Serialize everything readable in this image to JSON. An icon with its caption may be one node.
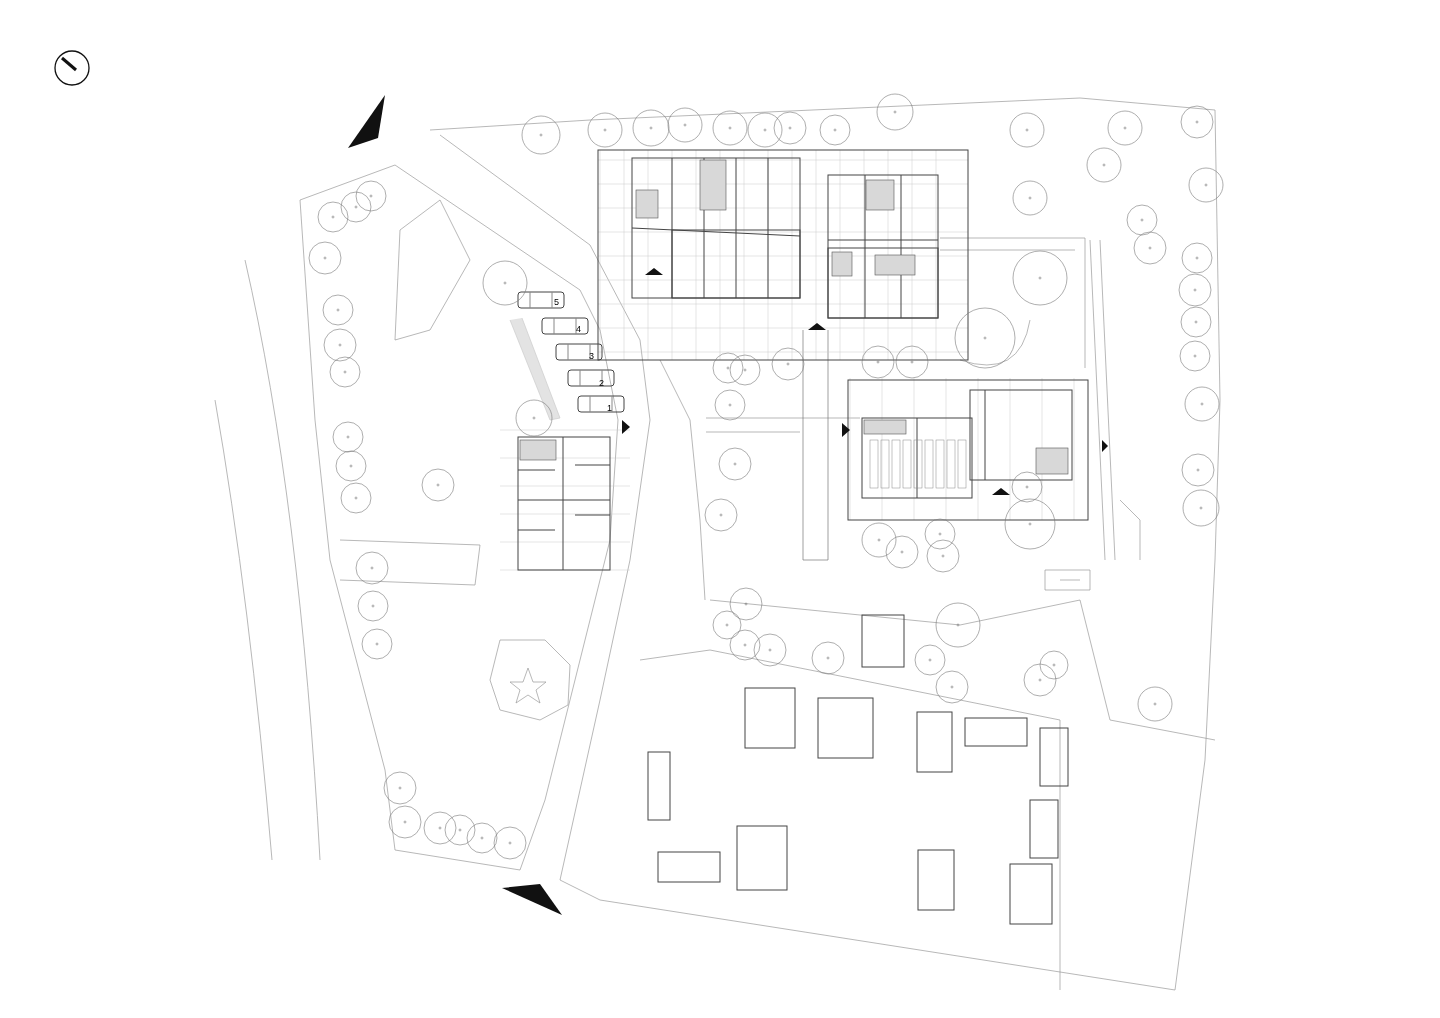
{
  "diagram": {
    "labels": [
      "5",
      "4",
      "3",
      "2",
      "1"
    ]
  }
}
